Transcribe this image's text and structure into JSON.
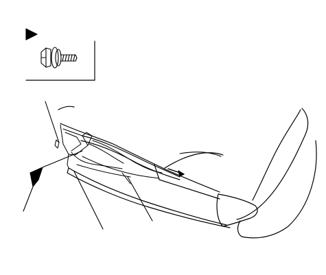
{
  "diagram": {
    "callouts": [
      {
        "id": "fastener-callout",
        "marker": "filled-triangle-arrow",
        "fastener": "flange-bolt-icon"
      },
      {
        "id": "leader-left",
        "marker": "filled-arrowhead"
      },
      {
        "id": "leader-center",
        "marker": "open-line"
      },
      {
        "id": "leader-right",
        "marker": "open-line"
      }
    ],
    "colors": {
      "line": "#000000",
      "background": "#ffffff"
    }
  }
}
